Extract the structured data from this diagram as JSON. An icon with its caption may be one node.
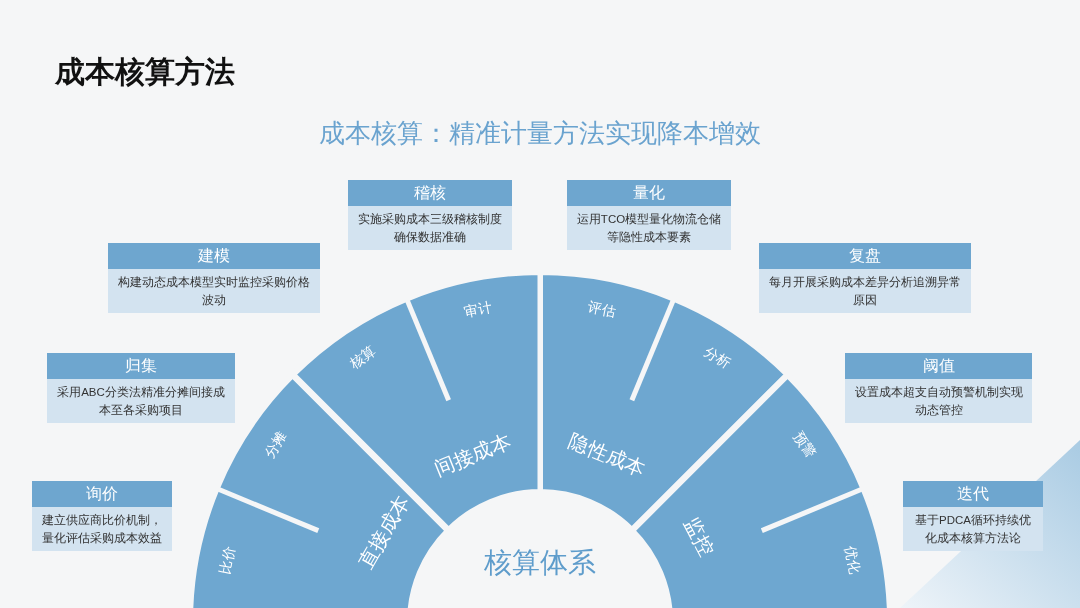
{
  "diagram": {
    "title": "成本核算方法",
    "nodes": [
      {
        "text": [
          "核算体系"
        ]
      },
      {
        "text": [
          "直接成本",
          "比价",
          "分摊"
        ]
      },
      {
        "text": [
          "间接成本",
          "核算",
          "审计"
        ]
      },
      {
        "text": [
          "隐性成本",
          "评估",
          "分析"
        ]
      },
      {
        "text": [
          "监控",
          "预警",
          "优化"
        ]
      },
      {
        "text": [
          "询价",
          "建立供应商比价机制，量化评估采购成本效益"
        ]
      },
      {
        "text": [
          "归集",
          "采用ABC分类法精准分摊间接成本至各采购项目"
        ]
      },
      {
        "text": [
          "建模",
          "构建动态成本模型实时监控采购价格波动"
        ]
      },
      {
        "text": [
          "稽核",
          "实施采购成本三级稽核制度确保数据准确"
        ]
      },
      {
        "text": [
          "量化",
          "运用TCO模型量化物流仓储等隐性成本要素"
        ]
      },
      {
        "text": [
          "复盘",
          "每月开展采购成本差异分析追溯异常原因"
        ]
      },
      {
        "text": [
          "阈值",
          "设置成本超支自动预警机制实现动态管控"
        ]
      },
      {
        "text": [
          "迭代",
          "基于PDCA循环持续优化成本核算方法论"
        ]
      }
    ],
    "labels": [
      "成本核算：精准计量方法实现降本增效"
    ]
  }
}
